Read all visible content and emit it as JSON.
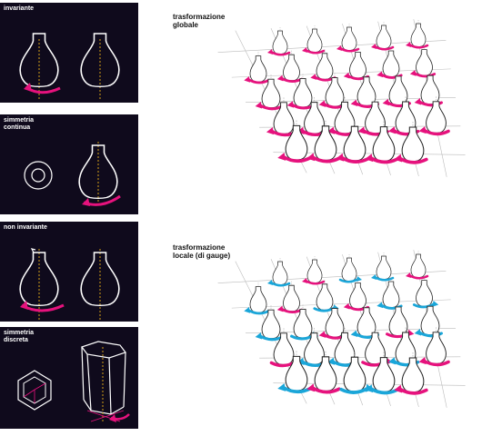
{
  "panels": [
    {
      "title": "invariante"
    },
    {
      "title_line1": "simmetria",
      "title_line2": "continua"
    },
    {
      "title": "non invariante"
    },
    {
      "title_line1": "simmetria",
      "title_line2": "discreta"
    }
  ],
  "global_scene": {
    "title_line1": "trasformazione",
    "title_line2": "globale"
  },
  "local_scene": {
    "title_line1": "trasformazione",
    "title_line2": "locale (di gauge)"
  },
  "colors": {
    "magenta": "#e6127d",
    "cyan": "#1aa6d9",
    "panel_bg": "#0f0a1c",
    "axis": "#d4a017"
  }
}
